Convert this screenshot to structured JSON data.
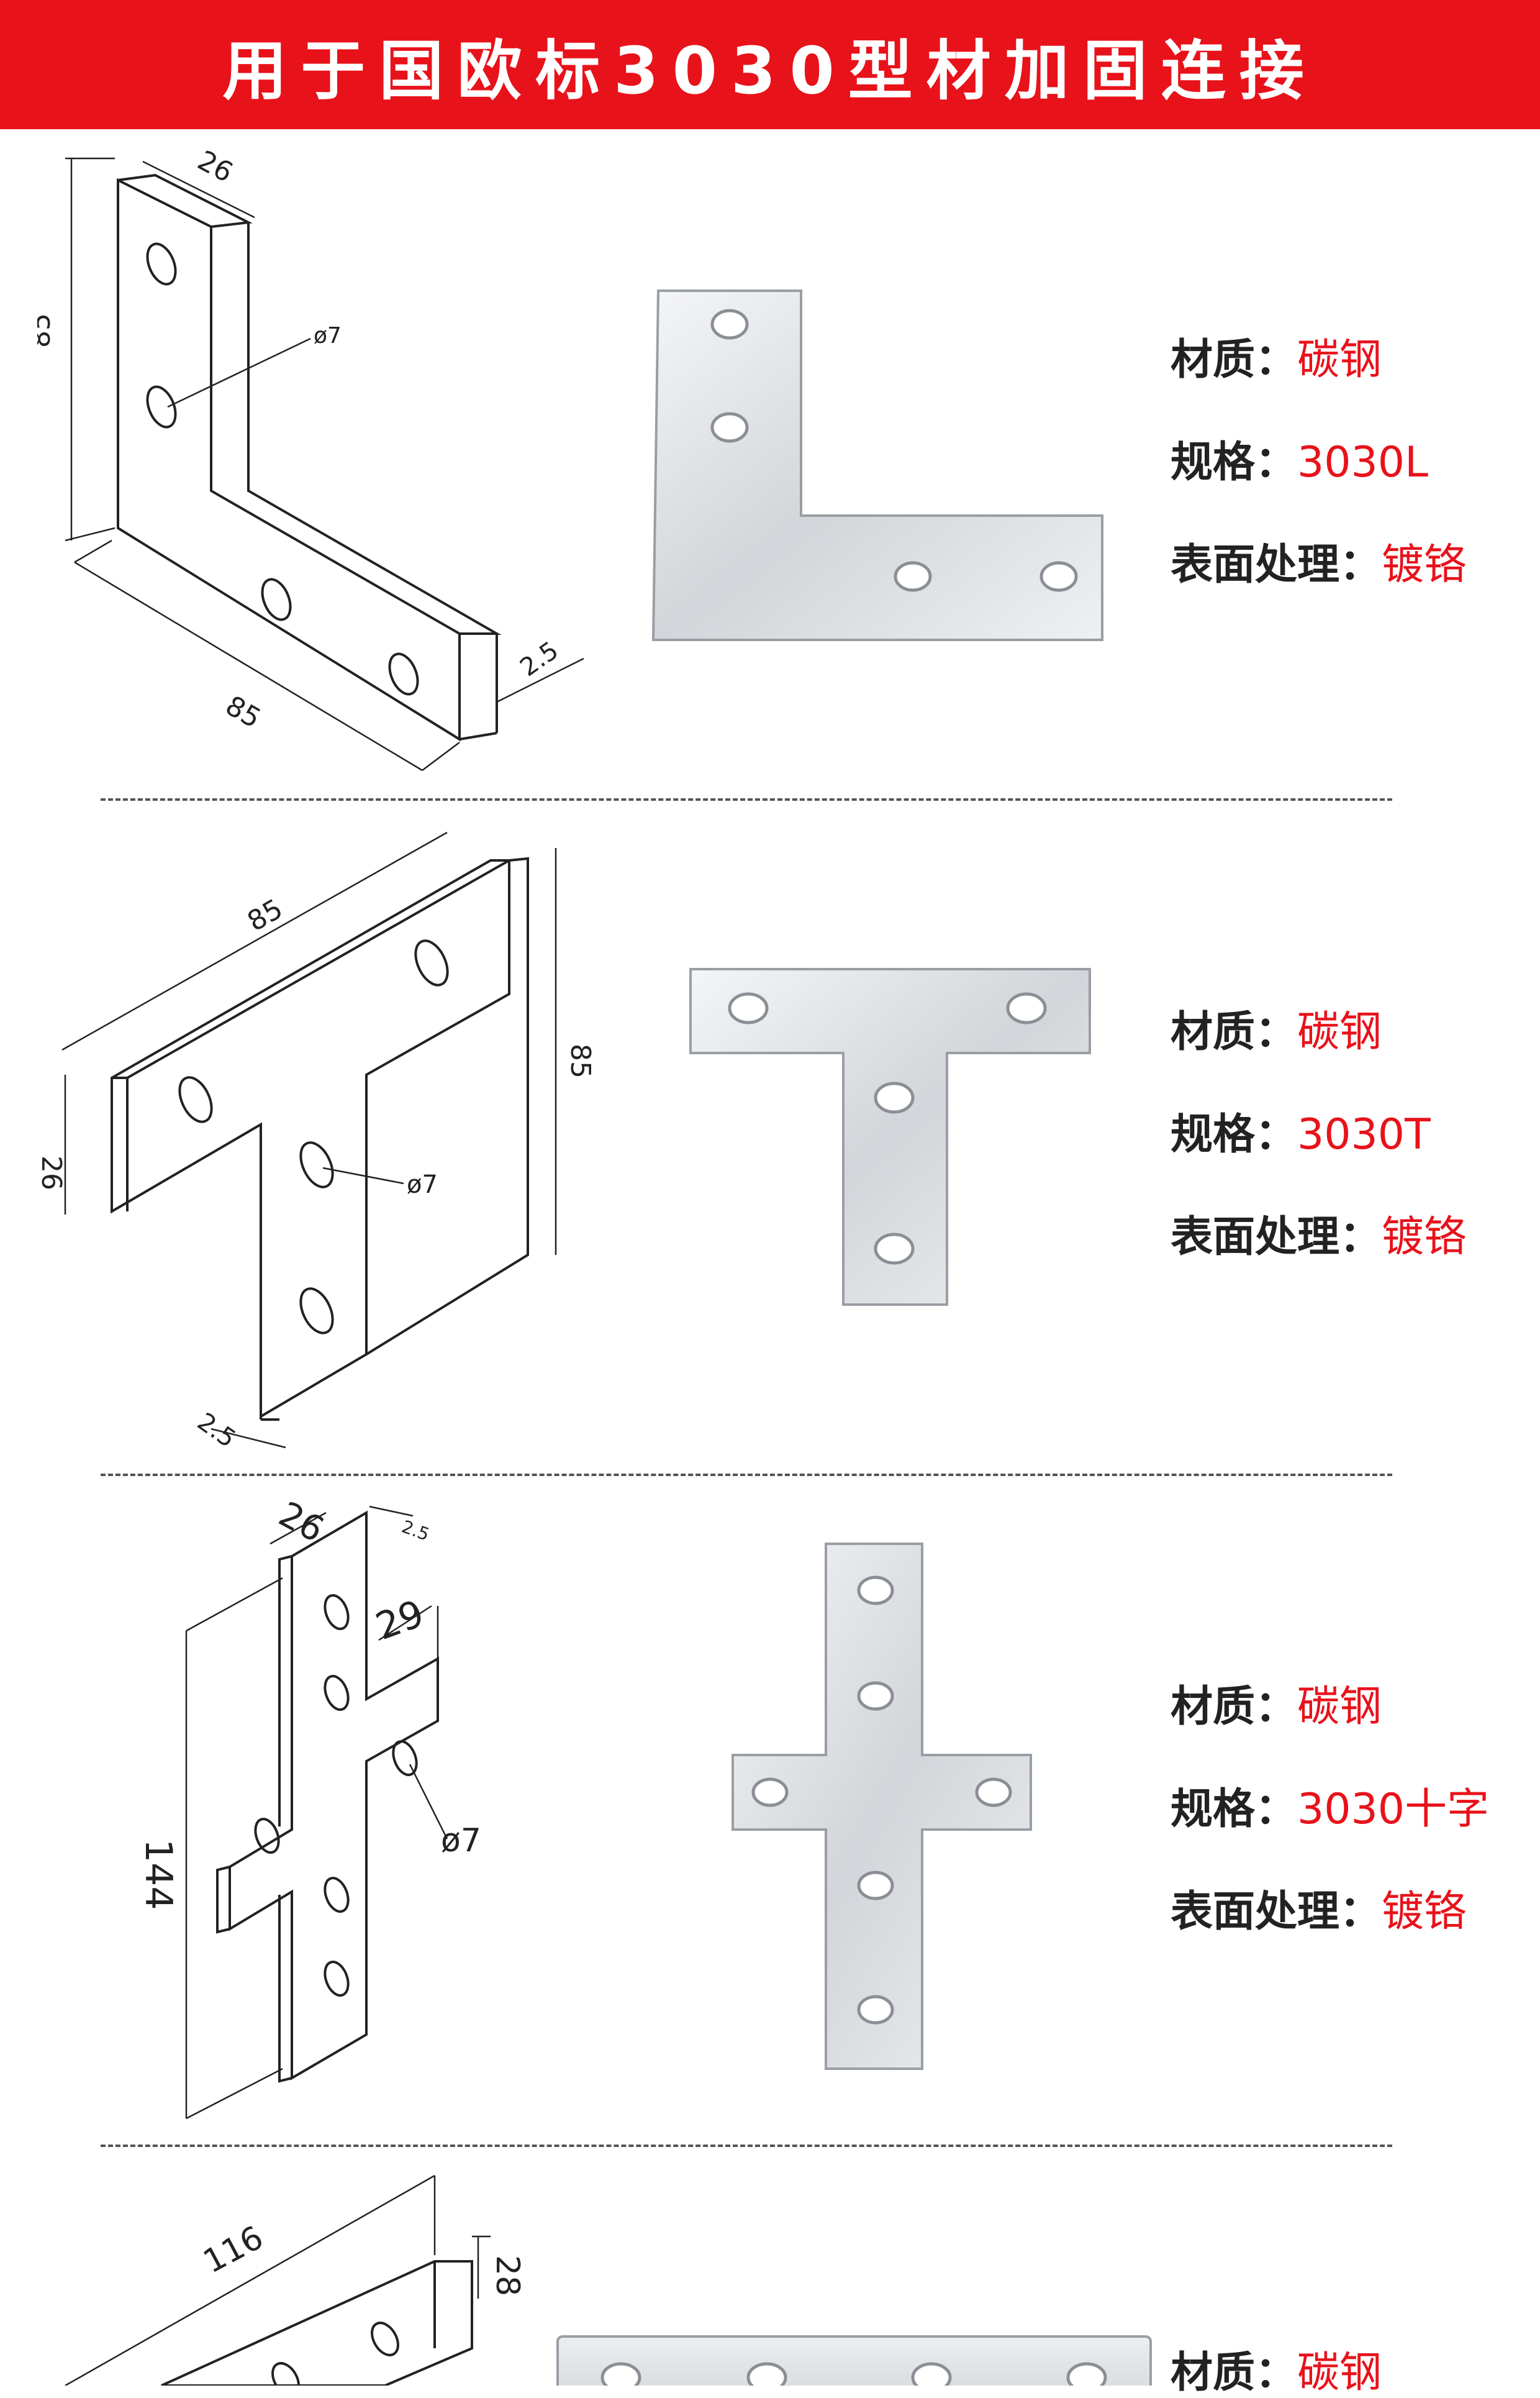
{
  "banner": {
    "title": "用于国欧标3030型材加固连接"
  },
  "colors": {
    "banner": "#e8121a",
    "value": "#e8121a",
    "label": "#222222"
  },
  "sections": [
    {
      "drawing": {
        "width": "26",
        "height": "85",
        "length": "85",
        "thickness": "2.5",
        "hole": "ø7"
      },
      "specs": {
        "material_label": "材质：",
        "material_value": "碳钢",
        "model_label": "规格：",
        "model_value": "3030L",
        "surface_label": "表面处理：",
        "surface_value": "镀铬"
      }
    },
    {
      "drawing": {
        "length": "85",
        "height": "85",
        "width": "26",
        "thickness": "2.5",
        "hole": "ø7"
      },
      "specs": {
        "material_label": "材质：",
        "material_value": "碳钢",
        "model_label": "规格：",
        "model_value": "3030T",
        "surface_label": "表面处理：",
        "surface_value": "镀铬"
      }
    },
    {
      "drawing": {
        "width": "26",
        "thickness": "2.5",
        "arm": "29",
        "length": "144",
        "hole": "ø7"
      },
      "specs": {
        "material_label": "材质：",
        "material_value": "碳钢",
        "model_label": "规格：",
        "model_value": "3030十字",
        "surface_label": "表面处理：",
        "surface_value": "镀铬"
      }
    },
    {
      "drawing": {
        "length": "116",
        "width": "28"
      },
      "specs": {
        "material_label": "材质：",
        "material_value": "碳钢"
      }
    }
  ]
}
